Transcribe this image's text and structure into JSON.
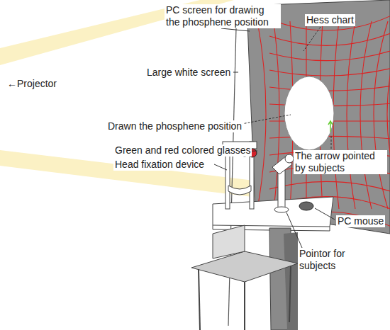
{
  "diagram": {
    "labels": [
      "PC screen for drawing the phosphene position",
      "Hess chart",
      "Large white screen",
      "←Projector",
      "Drawn the phosphene position",
      "Green and red colored glasses",
      "Head fixation device",
      "The arrow pointed by subjects",
      "PC mouse",
      "Pointor for subjects"
    ]
  }
}
